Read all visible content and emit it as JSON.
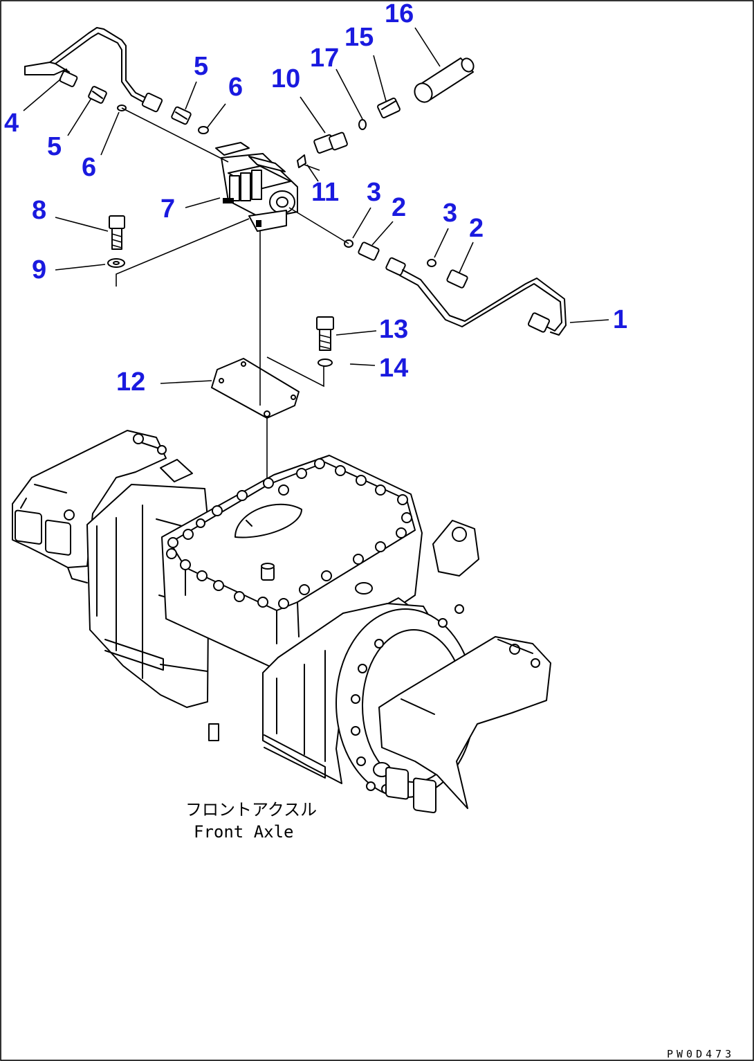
{
  "diagram": {
    "callouts": [
      {
        "id": "c1",
        "label": "1"
      },
      {
        "id": "c2a",
        "label": "2"
      },
      {
        "id": "c2b",
        "label": "2"
      },
      {
        "id": "c3a",
        "label": "3"
      },
      {
        "id": "c3b",
        "label": "3"
      },
      {
        "id": "c4",
        "label": "4"
      },
      {
        "id": "c5a",
        "label": "5"
      },
      {
        "id": "c5b",
        "label": "5"
      },
      {
        "id": "c6a",
        "label": "6"
      },
      {
        "id": "c6b",
        "label": "6"
      },
      {
        "id": "c7",
        "label": "7"
      },
      {
        "id": "c8",
        "label": "8"
      },
      {
        "id": "c9",
        "label": "9"
      },
      {
        "id": "c10",
        "label": "10"
      },
      {
        "id": "c11",
        "label": "11"
      },
      {
        "id": "c12",
        "label": "12"
      },
      {
        "id": "c13",
        "label": "13"
      },
      {
        "id": "c14",
        "label": "14"
      },
      {
        "id": "c15",
        "label": "15"
      },
      {
        "id": "c16",
        "label": "16"
      },
      {
        "id": "c17",
        "label": "17"
      }
    ],
    "caption_jp": "フロントアクスル",
    "caption_en": "Front Axle",
    "document_id": "PW0D473",
    "colors": {
      "callout": "#1a1adf",
      "line": "#000000",
      "background": "#ffffff"
    }
  }
}
